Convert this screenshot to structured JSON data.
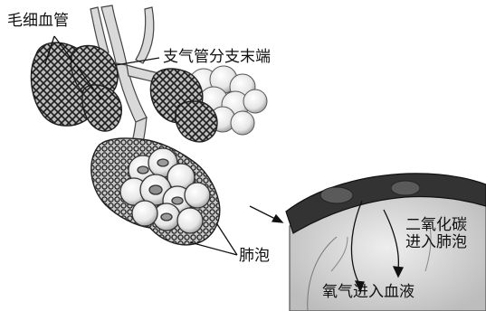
{
  "labels": {
    "capillaries": "毛细血管",
    "bronchiole_end": "支气管分支末端",
    "alveoli": "肺泡",
    "co2_enter_line1": "二氧化碳",
    "co2_enter_line2": "进入肺泡",
    "o2_enter": "氧气进入血液"
  },
  "colors": {
    "mesh_dark": "#2b2b2b",
    "mesh_fill": "#9a9a9a",
    "alveolus_light": "#f2f2f2",
    "vessel_dark": "#3a3a3a"
  }
}
